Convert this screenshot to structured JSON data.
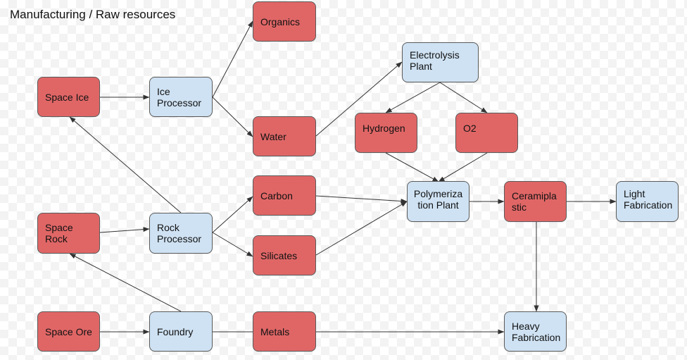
{
  "title": "Manufacturing / Raw resources",
  "nodes": {
    "organics": "Organics",
    "space_ice": "Space Ice",
    "ice_processor": "Ice\nProcessor",
    "water": "Water",
    "electrolysis_plant": "Electrolysis\nPlant",
    "hydrogen": "Hydrogen",
    "o2": "O2",
    "carbon": "Carbon",
    "space_rock": "Space\nRock",
    "rock_processor": "Rock\nProcessor",
    "silicates": "Silicates",
    "polymerization_plant": "Polymeriza\ntion Plant",
    "ceramiplastic": "Ceramipla\nstic",
    "light_fabrication": "Light\nFabrication",
    "space_ore": "Space Ore",
    "foundry": "Foundry",
    "metals": "Metals",
    "heavy_fabrication": "Heavy\nFabrication"
  },
  "colors": {
    "resource": "#e06666",
    "process": "#cfe2f3",
    "border": "#5a5a5a",
    "edge": "#333333"
  }
}
